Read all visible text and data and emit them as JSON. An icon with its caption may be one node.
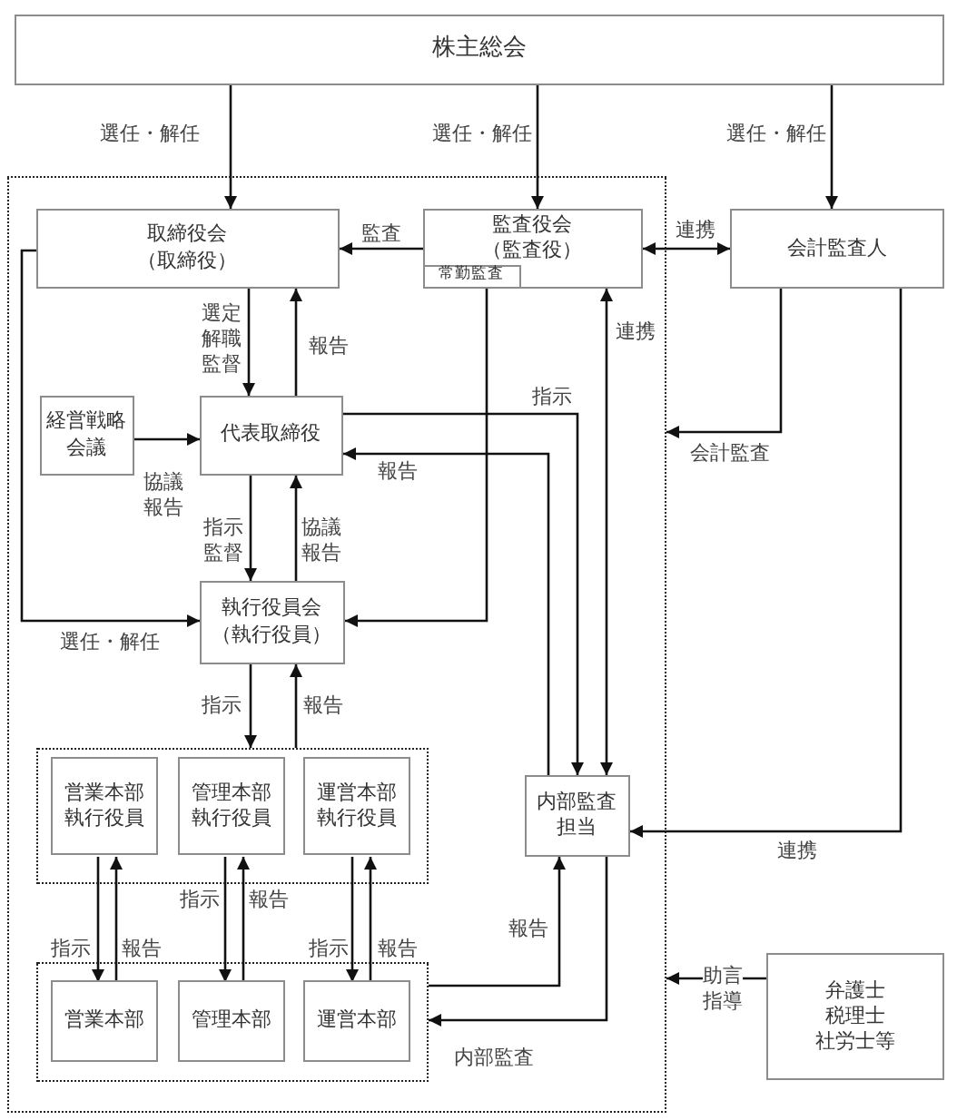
{
  "diagram": {
    "nodes": [
      {
        "text": [
          "株主総会"
        ]
      },
      {
        "text": [],
        "shape": "box"
      },
      {
        "text": [
          "取締役会",
          "（取締役）"
        ],
        "in": 1
      },
      {
        "text": [
          "監査役会",
          "（監査役）"
        ],
        "in": 1
      },
      {
        "text": [
          "常勤監査"
        ],
        "in": 3
      },
      {
        "text": [
          "会計監査人"
        ]
      },
      {
        "text": [
          "経営戦略会議"
        ],
        "in": 1
      },
      {
        "text": [
          "代表取締役"
        ],
        "in": 1
      },
      {
        "text": [
          "執行役員会",
          "（執行役員）"
        ],
        "in": 1
      },
      {
        "text": [],
        "shape": "box",
        "in": 1
      },
      {
        "text": [
          "営業本部執行役員"
        ],
        "in": 9
      },
      {
        "text": [
          "管理本部執行役員"
        ],
        "in": 9
      },
      {
        "text": [
          "運営本部執行役員"
        ],
        "in": 9
      },
      {
        "text": [],
        "shape": "box",
        "in": 1
      },
      {
        "text": [
          "営業本部"
        ],
        "in": 13
      },
      {
        "text": [
          "管理本部"
        ],
        "in": 13
      },
      {
        "text": [
          "運営本部"
        ],
        "in": 13
      },
      {
        "text": [
          "内部監査担当"
        ],
        "in": 1
      },
      {
        "text": [
          "弁護士",
          "税理士",
          "社労士等"
        ]
      }
    ],
    "edges": [
      {
        "from": 0,
        "to": 2,
        "arrow": "to",
        "label": "選任・解任"
      },
      {
        "from": 0,
        "to": 3,
        "arrow": "to",
        "label": "選任・解任"
      },
      {
        "from": 0,
        "to": 5,
        "arrow": "to",
        "label": "選任・解任"
      },
      {
        "from": 3,
        "to": 2,
        "arrow": "to",
        "label": "監査"
      },
      {
        "from": 3,
        "to": 5,
        "arrow": "both",
        "label": "連携"
      },
      {
        "from": 2,
        "to": 7,
        "arrow": "to",
        "label": "選定解職監督"
      },
      {
        "from": 7,
        "to": 2,
        "arrow": "to",
        "label": "報告"
      },
      {
        "from": 6,
        "to": 7,
        "arrow": "to",
        "label": "協議報告"
      },
      {
        "from": 7,
        "to": 8,
        "arrow": "to",
        "label": "指示監督"
      },
      {
        "from": 8,
        "to": 7,
        "arrow": "to",
        "label": "協議報告"
      },
      {
        "from": 2,
        "to": 8,
        "arrow": "to",
        "label": "選任・解任"
      },
      {
        "from": 4,
        "to": 8,
        "arrow": "to"
      },
      {
        "from": 8,
        "to": 9,
        "arrow": "to",
        "label": "指示"
      },
      {
        "from": 9,
        "to": 8,
        "arrow": "to",
        "label": "報告"
      },
      {
        "from": 7,
        "to": 17,
        "arrow": "to",
        "label": "指示"
      },
      {
        "from": 17,
        "to": 7,
        "arrow": "to",
        "label": "報告"
      },
      {
        "from": 3,
        "to": 17,
        "arrow": "both",
        "label": "連携"
      },
      {
        "from": 5,
        "to": 1,
        "arrow": "to",
        "label": "会計監査"
      },
      {
        "from": 5,
        "to": 17,
        "arrow": "to",
        "label": "連携"
      },
      {
        "from": 10,
        "to": 14,
        "arrow": "to",
        "label": "指示"
      },
      {
        "from": 14,
        "to": 10,
        "arrow": "to",
        "label": "報告"
      },
      {
        "from": 11,
        "to": 15,
        "arrow": "to",
        "label": "指示"
      },
      {
        "from": 15,
        "to": 11,
        "arrow": "to",
        "label": "報告"
      },
      {
        "from": 12,
        "to": 16,
        "arrow": "to",
        "label": "指示"
      },
      {
        "from": 16,
        "to": 12,
        "arrow": "to",
        "label": "報告"
      },
      {
        "from": 13,
        "to": 17,
        "arrow": "to",
        "label": "報告"
      },
      {
        "from": 17,
        "to": 13,
        "arrow": "to",
        "label": "内部監査"
      },
      {
        "from": 18,
        "to": 1,
        "arrow": "to",
        "label": "助言指導"
      }
    ]
  }
}
